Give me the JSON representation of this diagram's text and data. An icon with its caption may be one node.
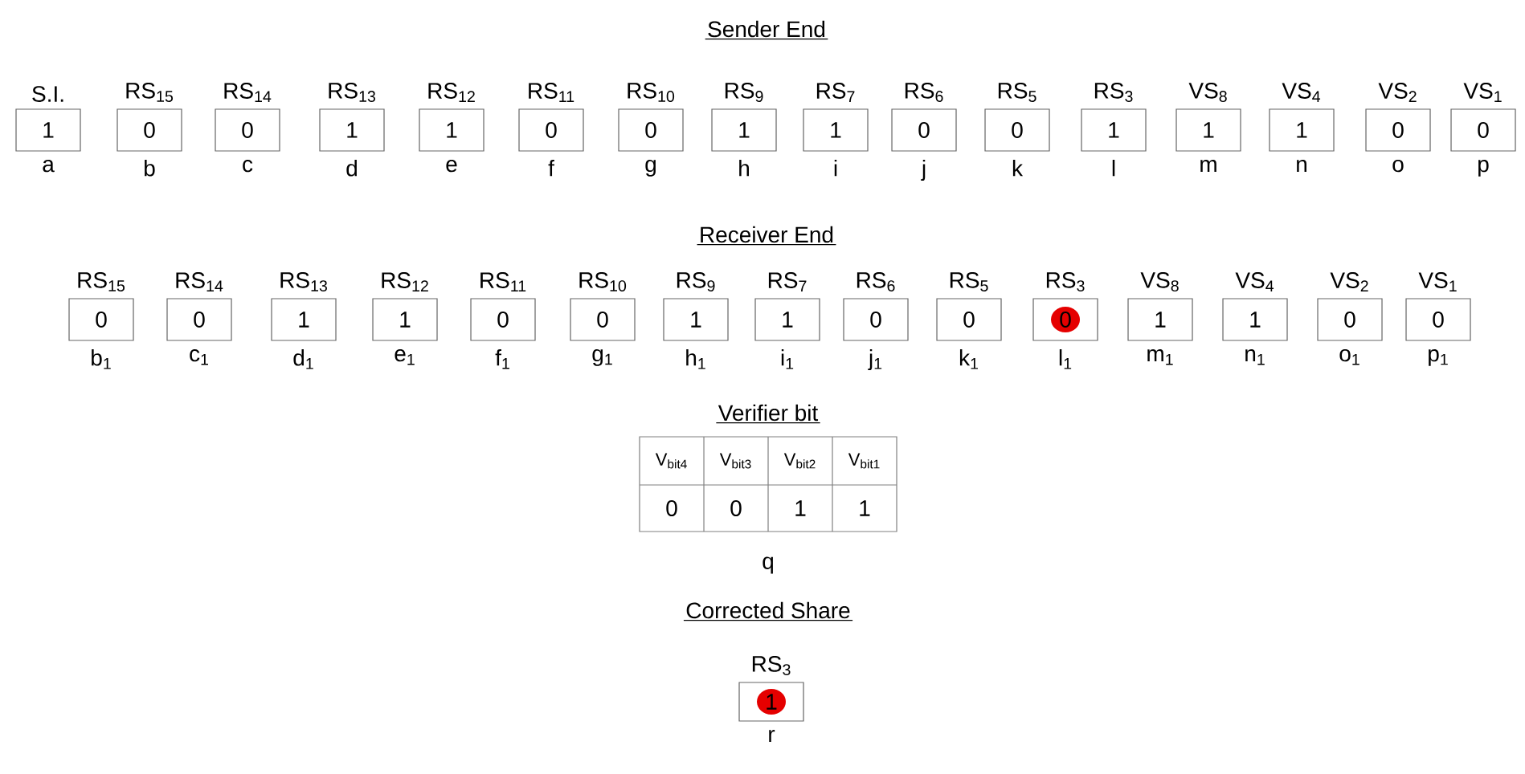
{
  "diagram": {
    "nodes": [
      {
        "text": [
          "S.I.",
          "1"
        ],
        "beside": [
          "a"
        ]
      },
      {
        "text": [
          "RS$_{15}$",
          "0"
        ],
        "beside": [
          "b"
        ]
      },
      {
        "text": [
          "RS$_{14}$",
          "0"
        ],
        "beside": [
          "c"
        ]
      },
      {
        "text": [
          "RS$_{13}$",
          "1"
        ],
        "beside": [
          "d"
        ]
      },
      {
        "text": [
          "RS$_{12}$",
          "1"
        ],
        "beside": [
          "e"
        ]
      },
      {
        "text": [
          "RS$_{11}$",
          "0"
        ],
        "beside": [
          "f"
        ]
      },
      {
        "text": [
          "RS$_{10}$",
          "0"
        ],
        "beside": [
          "g"
        ]
      },
      {
        "text": [
          "RS$_{9}$",
          "1"
        ],
        "beside": [
          "h"
        ]
      },
      {
        "text": [
          "RS$_{7}$",
          "1"
        ],
        "beside": [
          "i"
        ]
      },
      {
        "text": [
          "RS$_{6}$",
          "0"
        ],
        "beside": [
          "j"
        ]
      },
      {
        "text": [
          "RS$_{5}$",
          "0"
        ],
        "beside": [
          "k"
        ]
      },
      {
        "text": [
          "RS$_{3}$",
          "1"
        ],
        "beside": [
          "l"
        ]
      },
      {
        "text": [
          "VS$_{8}$",
          "1"
        ],
        "beside": [
          "m"
        ]
      },
      {
        "text": [
          "VS$_{4}$",
          "1"
        ],
        "beside": [
          "n"
        ]
      },
      {
        "text": [
          "VS$_{2}$",
          "0"
        ],
        "beside": [
          "o"
        ]
      },
      {
        "text": [
          "VS$_{1}$",
          "0"
        ],
        "beside": [
          "p"
        ]
      },
      {
        "text": [
          "RS$_{15}$",
          "0"
        ],
        "beside": [
          "b$_{1}$"
        ]
      },
      {
        "text": [
          "RS$_{14}$",
          "0"
        ],
        "beside": [
          "c$_{1}$"
        ]
      },
      {
        "text": [
          "RS$_{13}$",
          "1"
        ],
        "beside": [
          "d$_{1}$"
        ]
      },
      {
        "text": [
          "RS$_{12}$",
          "1"
        ],
        "beside": [
          "e$_{1}$"
        ]
      },
      {
        "text": [
          "RS$_{11}$",
          "0"
        ],
        "beside": [
          "f$_{1}$"
        ]
      },
      {
        "text": [
          "RS$_{10}$",
          "0"
        ],
        "beside": [
          "g$_{1}$"
        ]
      },
      {
        "text": [
          "RS$_{9}$",
          "1"
        ],
        "beside": [
          "h$_{1}$"
        ]
      },
      {
        "text": [
          "RS$_{7}$",
          "1"
        ],
        "beside": [
          "i$_{1}$"
        ]
      },
      {
        "text": [
          "RS$_{6}$",
          "0"
        ],
        "beside": [
          "j$_{1}$"
        ]
      },
      {
        "text": [
          "RS$_{5}$",
          "0"
        ],
        "beside": [
          "k$_{1}$"
        ]
      },
      {
        "text": [
          "RS$_{3}$",
          "0"
        ],
        "beside": [
          "l$_{1}$"
        ]
      },
      {
        "text": [
          "VS$_{8}$",
          "1"
        ],
        "beside": [
          "m$_{1}$"
        ]
      },
      {
        "text": [
          "VS$_{4}$",
          "1"
        ],
        "beside": [
          "n$_{1}$"
        ]
      },
      {
        "text": [
          "VS$_{2}$",
          "0"
        ],
        "beside": [
          "o$_{1}$"
        ]
      },
      {
        "text": [
          "VS$_{1}$",
          "0"
        ],
        "beside": [
          "p$_{1}$"
        ]
      },
      {
        "text": [
          "RS$_{3}$",
          "1"
        ],
        "beside": [
          "r"
        ]
      }
    ],
    "labels": [
      "Sender End",
      "Receiver End",
      "Verifier bit",
      "V$_{bit4}$",
      "V$_{bit3}$",
      "V$_{bit2}$",
      "V$_{bit1}$",
      "0",
      "0",
      "1",
      "1",
      "q",
      "Corrected Share"
    ]
  }
}
